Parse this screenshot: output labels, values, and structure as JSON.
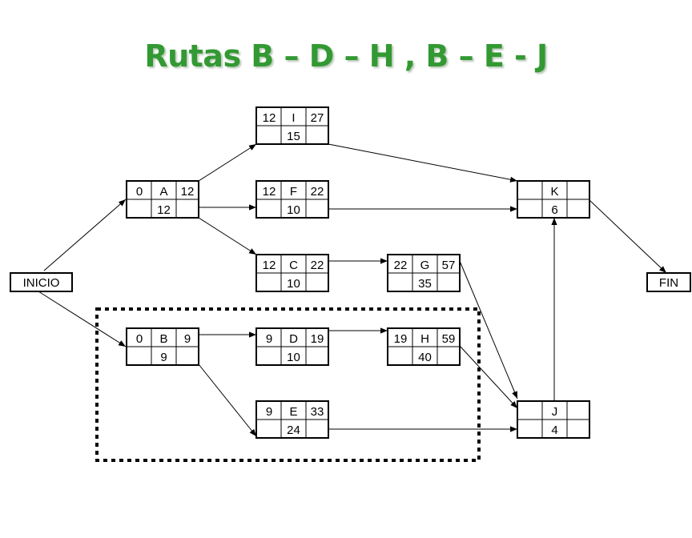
{
  "title": "Rutas B – D – H , B – E - J",
  "start_label": "INICIO",
  "end_label": "FIN",
  "nodes": [
    {
      "id": "I",
      "es": "12",
      "ef": "27",
      "dur": "15"
    },
    {
      "id": "A",
      "es": "0",
      "ef": "12",
      "dur": "12"
    },
    {
      "id": "F",
      "es": "12",
      "ef": "22",
      "dur": "10"
    },
    {
      "id": "C",
      "es": "12",
      "ef": "22",
      "dur": "10"
    },
    {
      "id": "G",
      "es": "22",
      "ef": "57",
      "dur": "35"
    },
    {
      "id": "B",
      "es": "0",
      "ef": "9",
      "dur": "9"
    },
    {
      "id": "D",
      "es": "9",
      "ef": "19",
      "dur": "10"
    },
    {
      "id": "H",
      "es": "19",
      "ef": "59",
      "dur": "40"
    },
    {
      "id": "E",
      "es": "9",
      "ef": "33",
      "dur": "24"
    },
    {
      "id": "K",
      "es": "",
      "ef": "",
      "dur": "6"
    },
    {
      "id": "J",
      "es": "",
      "ef": "",
      "dur": "4"
    }
  ],
  "edges": [
    [
      "INICIO",
      "A"
    ],
    [
      "INICIO",
      "B"
    ],
    [
      "A",
      "I"
    ],
    [
      "A",
      "F"
    ],
    [
      "A",
      "C"
    ],
    [
      "I",
      "K"
    ],
    [
      "F",
      "K"
    ],
    [
      "C",
      "G"
    ],
    [
      "G",
      "J"
    ],
    [
      "B",
      "D"
    ],
    [
      "D",
      "H"
    ],
    [
      "B",
      "E"
    ],
    [
      "H",
      "J"
    ],
    [
      "E",
      "J"
    ],
    [
      "J",
      "K"
    ],
    [
      "K",
      "FIN"
    ]
  ],
  "colors": {
    "title": "#339933"
  }
}
